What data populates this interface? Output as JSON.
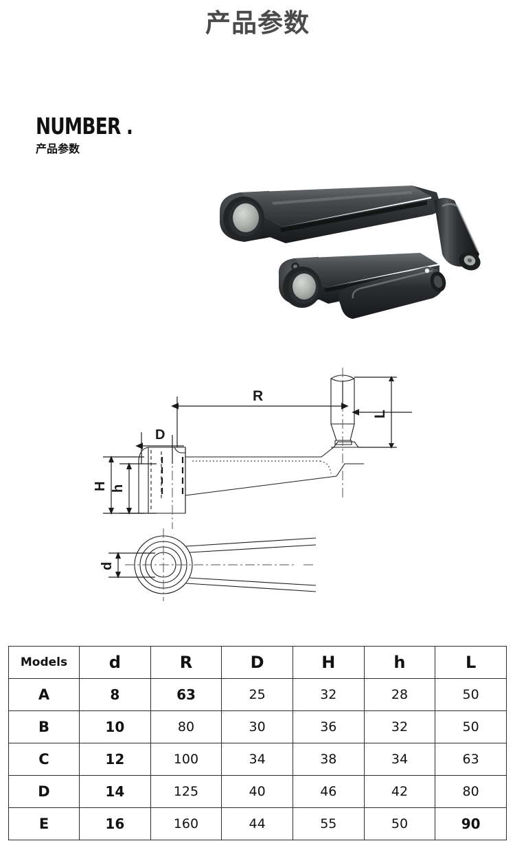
{
  "page": {
    "title": "产品参数",
    "background": "#ffffff",
    "title_color": "#4a4a4a"
  },
  "section": {
    "heading_en": "NUMBER .",
    "heading_cn": "产品参数"
  },
  "product_photo": {
    "alt": "black-crank-handle-pair",
    "items": [
      {
        "name": "crank-handle-upright",
        "body_color": "#3b3d40",
        "cap_color": "#b9bdbb"
      },
      {
        "name": "crank-handle-folded",
        "body_color": "#35373a",
        "cap_color": "#c2c6c4"
      }
    ]
  },
  "drawing": {
    "name": "crank-handle-dimension-drawing",
    "line_color": "#1a1a1a",
    "labels": {
      "R": "R",
      "D": "D",
      "H": "H",
      "h": "h",
      "L": "L",
      "d": "d"
    }
  },
  "spec_table": {
    "headers": [
      "Models",
      "d",
      "R",
      "D",
      "H",
      "h",
      "L"
    ],
    "rows": [
      {
        "model": "A",
        "d": "8",
        "R": "63",
        "D": "25",
        "H": "32",
        "h": "28",
        "L": "50"
      },
      {
        "model": "B",
        "d": "10",
        "R": "80",
        "D": "30",
        "H": "36",
        "h": "32",
        "L": "50"
      },
      {
        "model": "C",
        "d": "12",
        "R": "100",
        "D": "34",
        "H": "38",
        "h": "34",
        "L": "63"
      },
      {
        "model": "D",
        "d": "14",
        "R": "125",
        "D": "40",
        "H": "46",
        "h": "42",
        "L": "80"
      },
      {
        "model": "E",
        "d": "16",
        "R": "160",
        "D": "44",
        "H": "55",
        "h": "50",
        "L": "90"
      }
    ]
  }
}
